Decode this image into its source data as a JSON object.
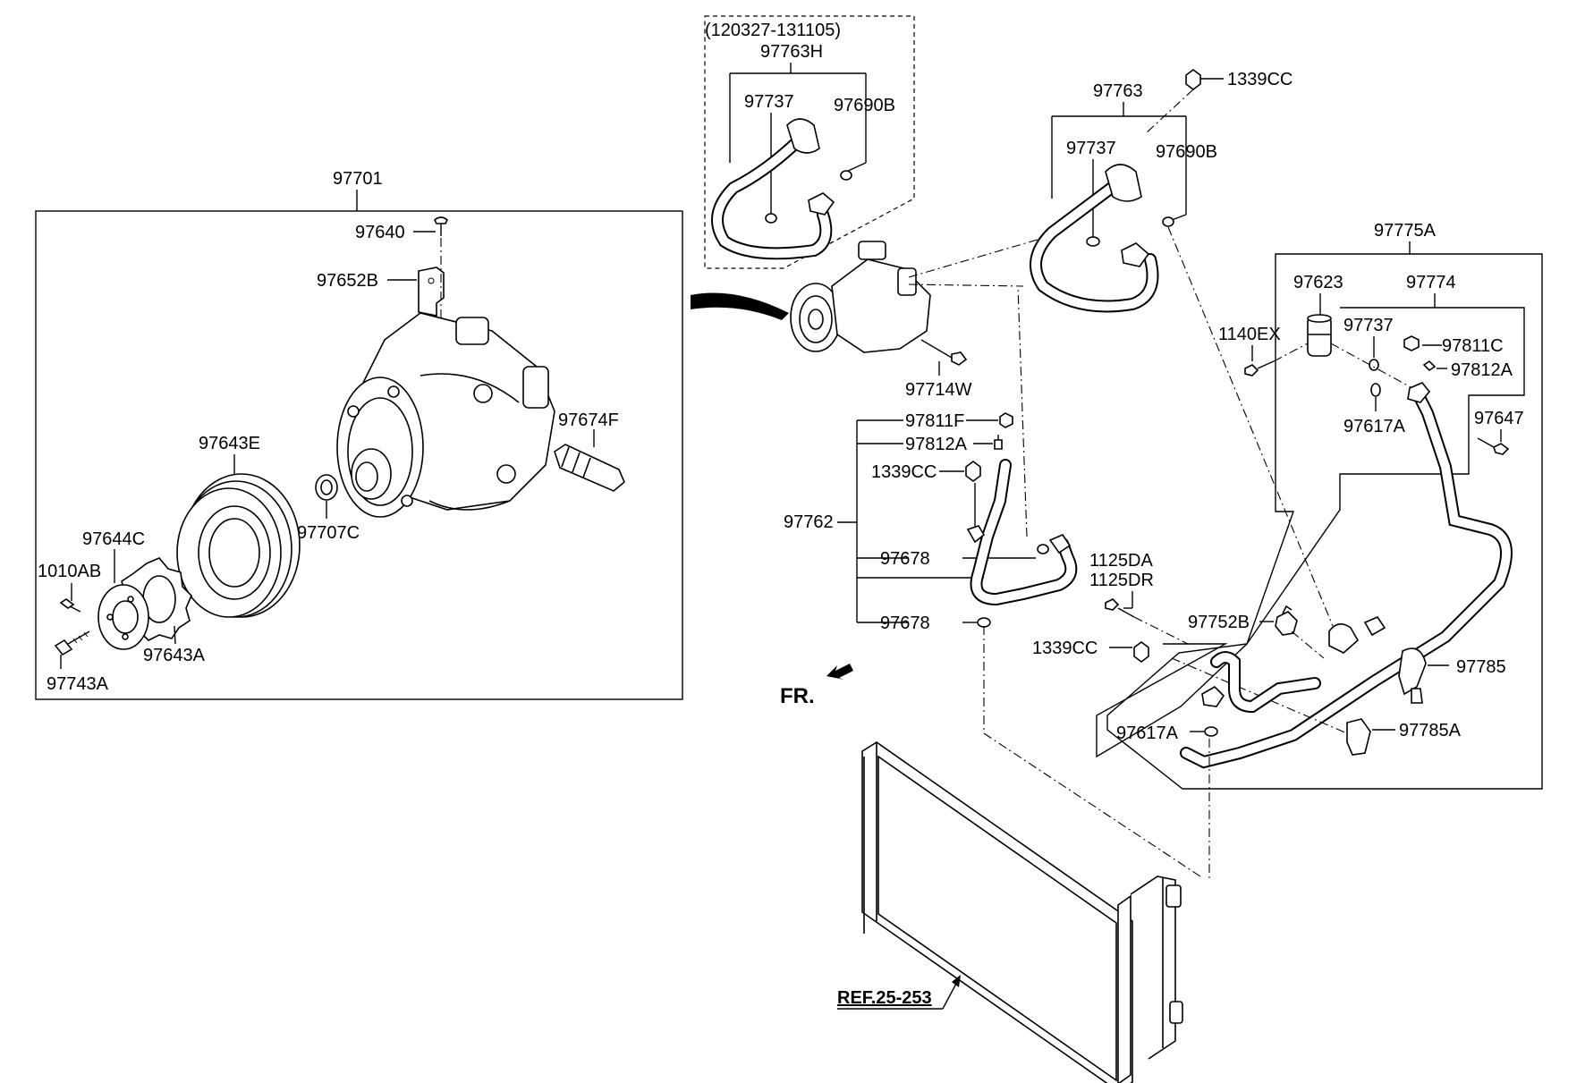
{
  "labels": {
    "compressor_assy": "97701",
    "bolt_97640": "97640",
    "bracket_97652B": "97652B",
    "switch_97674F": "97674F",
    "pulley_97643E": "97643E",
    "ring_97707C": "97707C",
    "hub_97644C": "97644C",
    "bolt_1010AB": "1010AB",
    "shim_97643A": "97643A",
    "bolt_97743A": "97743A",
    "date_range": "(120327-131105)",
    "hose_97763H": "97763H",
    "oring_97737_top": "97737",
    "oring_97690B_top": "97690B",
    "hose_97763": "97763",
    "oring_97737_mid": "97737",
    "oring_97690B_mid": "97690B",
    "nut_1339CC_top": "1339CC",
    "bolt_97714W": "97714W",
    "tube_97775A": "97775A",
    "sensor_97623": "97623",
    "tube_97774": "97774",
    "bolt_1140EX": "1140EX",
    "oring_97737_right": "97737",
    "cap_97811C": "97811C",
    "core_97812A_right": "97812A",
    "oring_97617A_right": "97617A",
    "bolt_97647": "97647",
    "cap_97811F": "97811F",
    "core_97812A_left": "97812A",
    "nut_1339CC_left": "1339CC",
    "pipe_97762": "97762",
    "oring_97678_a": "97678",
    "oring_97678_b": "97678",
    "bolt_1125DA": "1125DA",
    "bolt_1125DR": "1125DR",
    "switch_97752B": "97752B",
    "nut_1339CC_low": "1339CC",
    "clamp_97785": "97785",
    "oring_97617A_low": "97617A",
    "clamp_97785A": "97785A",
    "front_indicator": "FR.",
    "condenser_ref": "REF.25-253"
  }
}
